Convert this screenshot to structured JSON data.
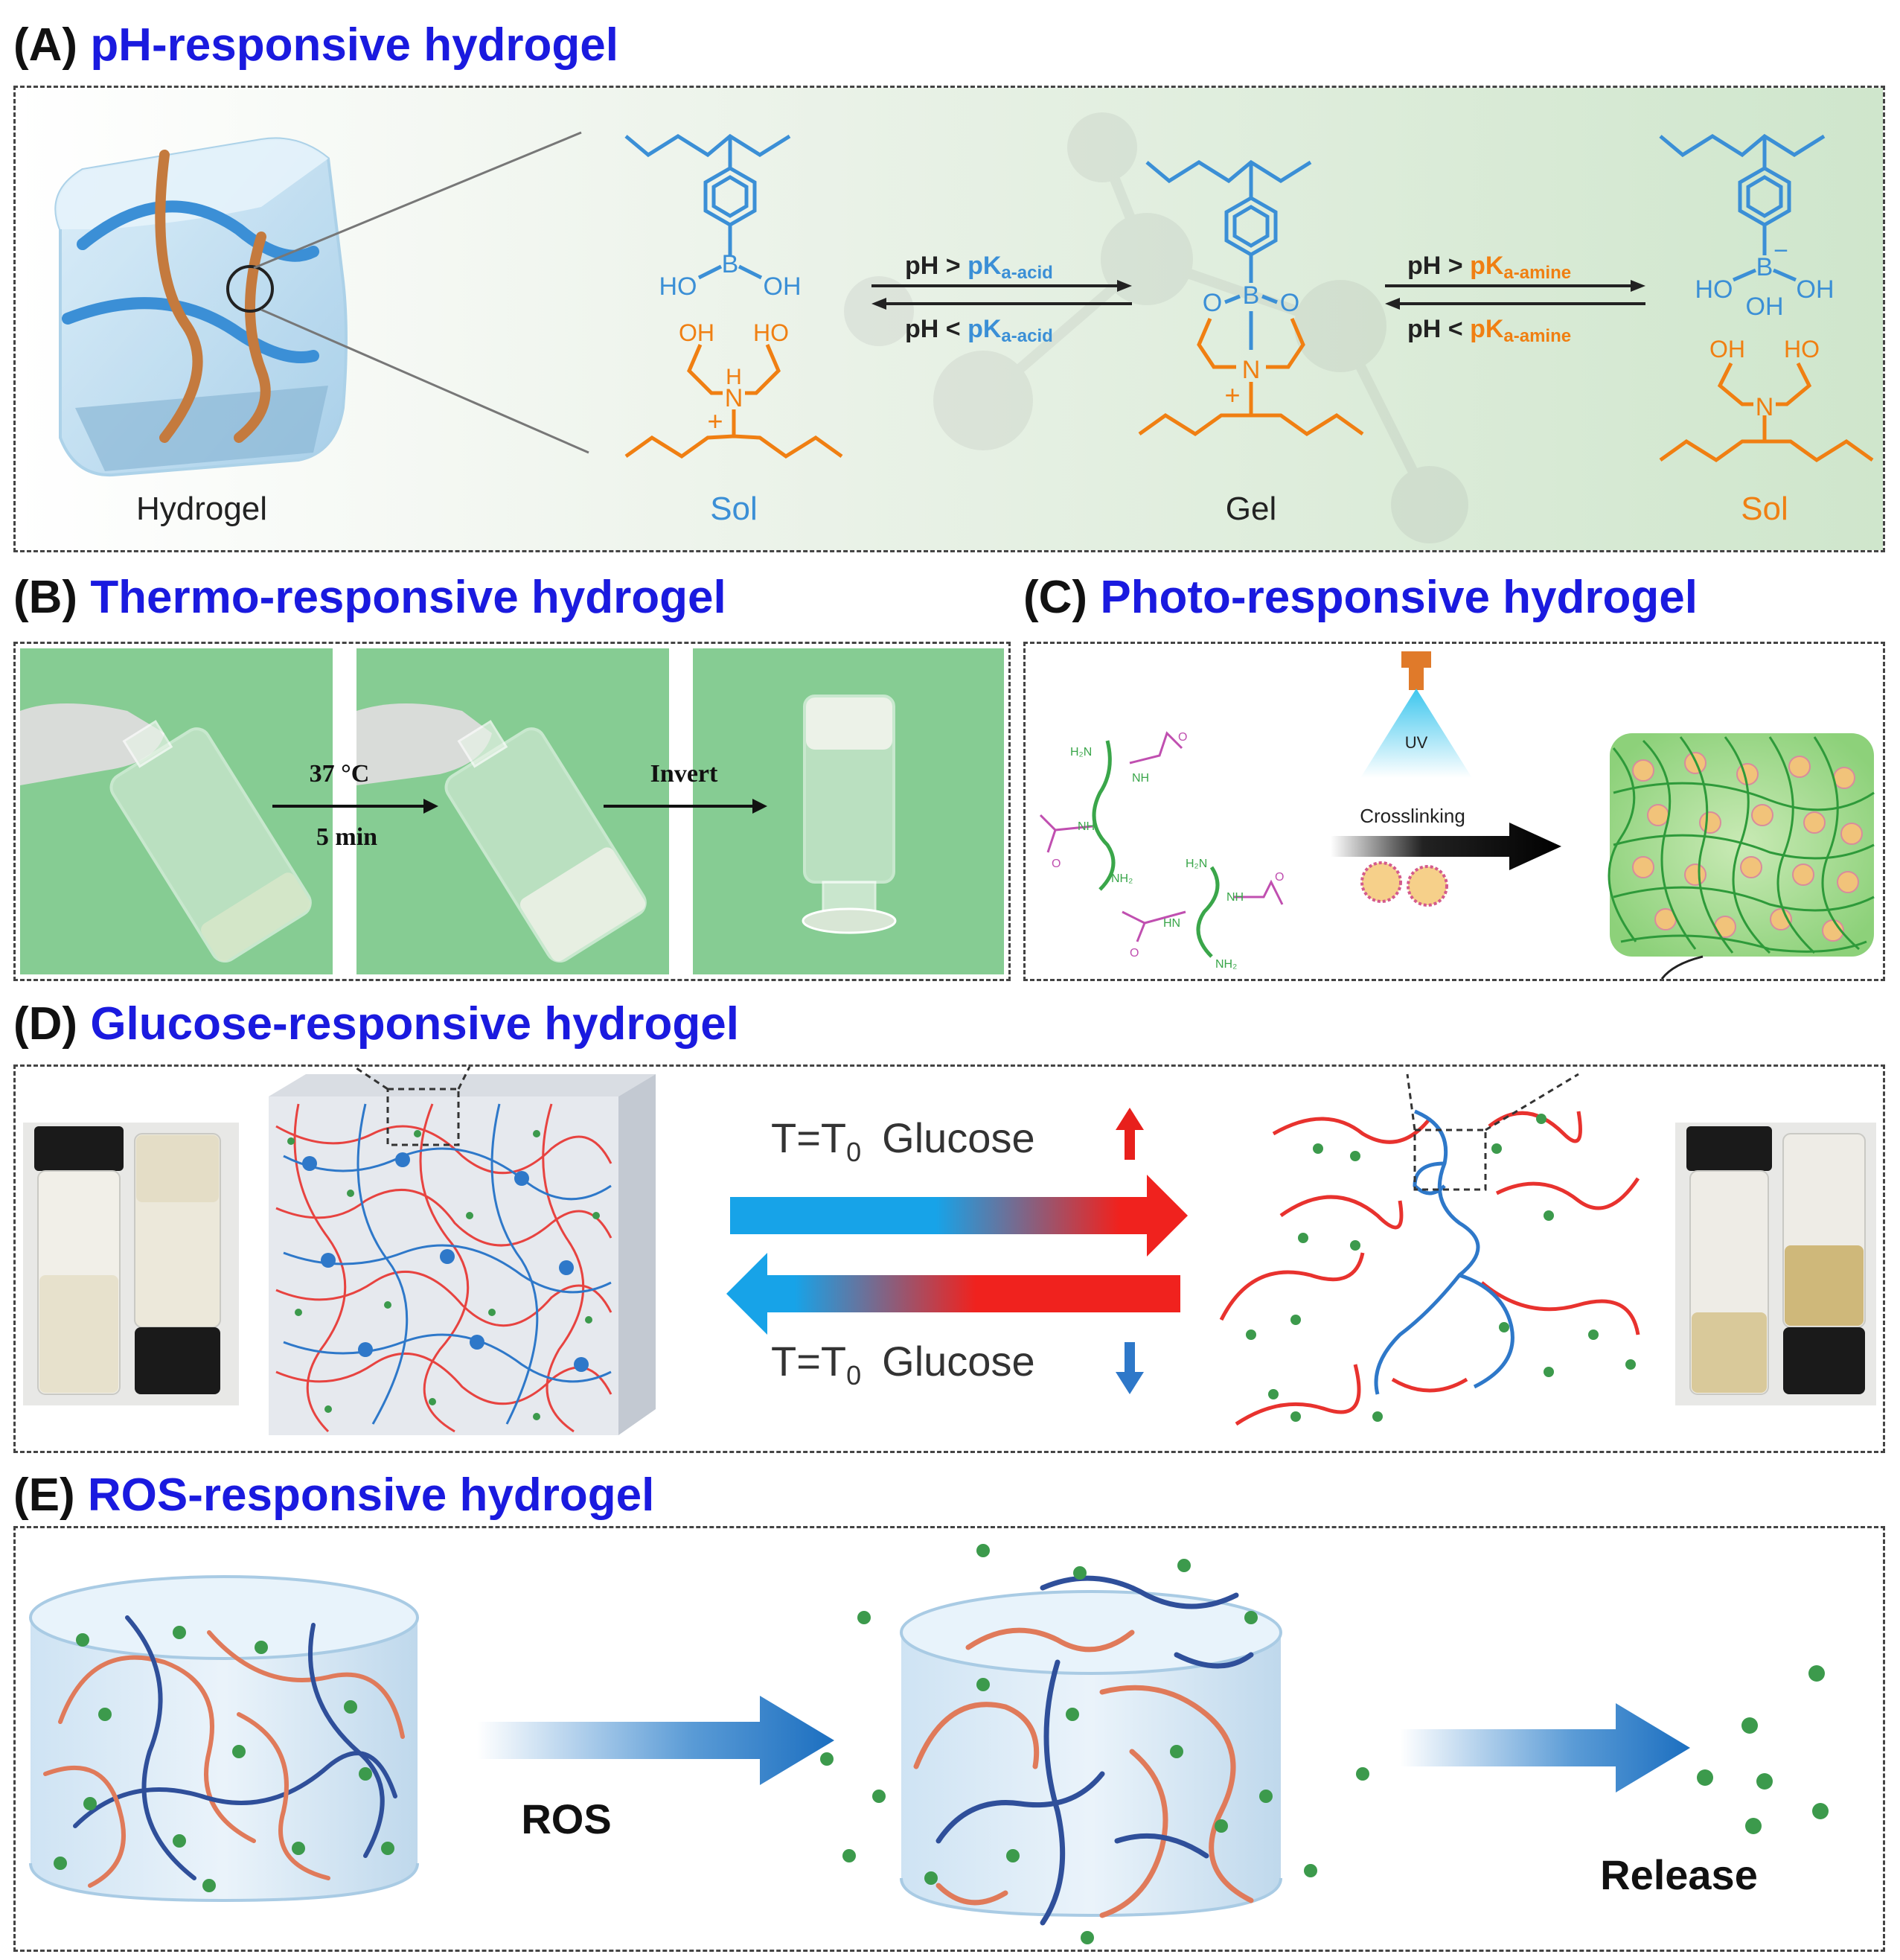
{
  "colors": {
    "title_blue": "#1a1adf",
    "molecule_blue": "#3b8fd6",
    "molecule_orange": "#f07f12",
    "photo_green_bg": "#a8d8a0",
    "chain_red": "#e8322e",
    "chain_blue": "#2e78c9",
    "drug_green": "#3c9a4c"
  },
  "panels": {
    "A": {
      "tag": "(A)",
      "title": "pH-responsive hydrogel",
      "hydrogel_label": "Hydrogel",
      "sol_left_label": "Sol",
      "gel_label": "Gel",
      "sol_right_label": "Sol",
      "eq1_top": "pH > pKa-acid",
      "eq1_top_pre": "pH > ",
      "eq1_top_pk": "pK",
      "eq1_top_sub": "a-acid",
      "eq1_bottom_pre": "pH < ",
      "eq1_bottom_pk": "pK",
      "eq1_bottom_sub": "a-acid",
      "eq2_top_pre": "pH > ",
      "eq2_top_pk": "pK",
      "eq2_top_sub": "a-amine",
      "eq2_bottom_pre": "pH < ",
      "eq2_bottom_pk": "pK",
      "eq2_bottom_sub": "a-amine",
      "atoms": {
        "ho": "HO",
        "oh": "OH",
        "b": "B",
        "o": "O",
        "n": "N",
        "h": "H",
        "plus": "+",
        "minus": "−"
      }
    },
    "B": {
      "tag": "(B)",
      "title": "Thermo-responsive hydrogel",
      "step1_top": "37 °C",
      "step1_bottom": "5 min",
      "step2": "Invert"
    },
    "C": {
      "tag": "(C)",
      "title": "Photo-responsive hydrogel",
      "uv_label": "UV",
      "arrow_label": "Crosslinking",
      "chem": {
        "h2n": "H₂N",
        "nh": "NH",
        "nh2": "NH₂",
        "hn": "HN",
        "o": "O"
      }
    },
    "D": {
      "tag": "(D)",
      "title": "Glucose-responsive hydrogel",
      "top_condition_pre": "T=T",
      "top_condition_sub": "0",
      "top_condition_post": "Glucose",
      "bottom_condition_pre": "T=T",
      "bottom_condition_sub": "0",
      "bottom_condition_post": "Glucose"
    },
    "E": {
      "tag": "(E)",
      "title": "ROS-responsive hydrogel",
      "arrow_label": "ROS",
      "release_label": "Release"
    }
  }
}
